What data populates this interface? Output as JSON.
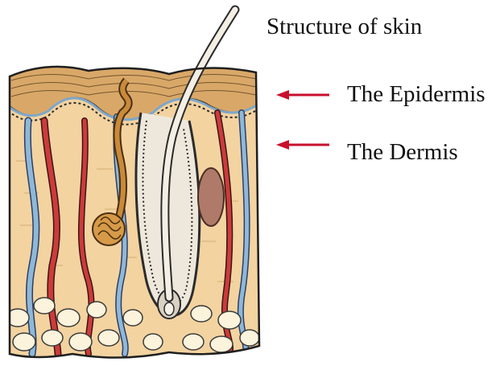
{
  "diagram": {
    "title": "Structure of skin",
    "labels": [
      {
        "text": "The Epidermis"
      },
      {
        "text": "The Dermis"
      }
    ],
    "arrow_color": "#c8102e"
  }
}
